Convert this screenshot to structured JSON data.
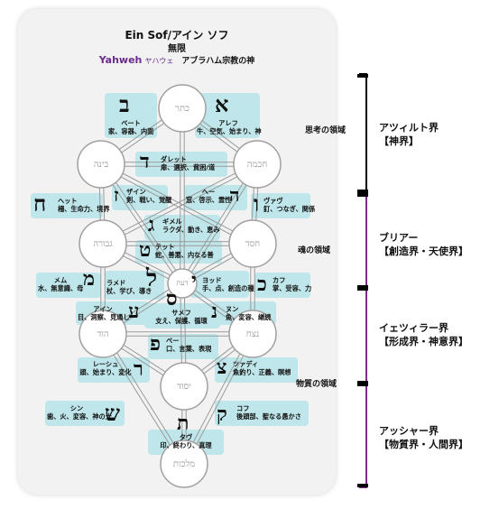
{
  "header": {
    "line1": "Ein Sof/アイン ソフ",
    "line2": "無限",
    "yahweh": "Yahweh",
    "yahweh_kana": "ヤハウェ",
    "abrahamic": "アブラハム宗教の神"
  },
  "colors": {
    "box": "#bfe6ea",
    "bracket": "#7a2f86",
    "path": "#9a9a9a"
  },
  "sephirot": [
    "כתר",
    "בינה",
    "חכמה",
    "גבורה",
    "חסד",
    "הוד",
    "נצח",
    "יסוד",
    "מלכות",
    "דעת"
  ],
  "paths": {
    "beth": {
      "letter": "ב",
      "name": "ベート",
      "meaning": "家、容器、内面"
    },
    "aleph": {
      "letter": "א",
      "name": "アレフ",
      "meaning": "牛、空気、始まり、神"
    },
    "daleth": {
      "letter": "ד",
      "name": "ダレット",
      "meaning": "扉、選択、貧困/道"
    },
    "zayin": {
      "letter": "ז",
      "name": "ザイン",
      "meaning": "剣、戦い、覚醒"
    },
    "he": {
      "letter": "ה",
      "name": "ヘー",
      "meaning": "窓、啓示、霊性"
    },
    "heth": {
      "letter": "ח",
      "name": "ヘット",
      "meaning": "柵、生命力、境界"
    },
    "vav": {
      "letter": "ו",
      "name": "ヴァヴ",
      "meaning": "釘、つなぎ、関係"
    },
    "gimel": {
      "letter": "ג",
      "name": "ギメル",
      "meaning": "ラクダ、動き、恵み"
    },
    "teth": {
      "letter": "ט",
      "name": "テット",
      "meaning": "蛇、善悪、内なる善"
    },
    "lamed": {
      "letter": "ל",
      "name": "ラメド",
      "meaning": "杖、学び、導き"
    },
    "yod": {
      "letter": "י",
      "name": "ヨッド",
      "meaning": "手、点、創造の種"
    },
    "mem": {
      "letter": "מ",
      "name": "メム",
      "meaning": "水、無意識、母"
    },
    "kaph": {
      "letter": "כ",
      "name": "カフ",
      "meaning": "掌、受容、力"
    },
    "samekh": {
      "letter": "ס",
      "name": "サメフ",
      "meaning": "支え、保護、循環"
    },
    "ayin": {
      "letter": "ע",
      "name": "アイン",
      "meaning": "目、洞察、見通し"
    },
    "nun": {
      "letter": "נ",
      "name": "ヌン",
      "meaning": "魚、変容、継続"
    },
    "pe": {
      "letter": "פ",
      "name": "ペー",
      "meaning": "口、言葉、表現"
    },
    "resh": {
      "letter": "ר",
      "name": "レーシュ",
      "meaning": "頭、始まり、変化"
    },
    "tsade": {
      "letter": "צ",
      "name": "ツァディ",
      "meaning": "魚釣り、正義、瞑想"
    },
    "shin": {
      "letter": "ש",
      "name": "シン",
      "meaning": "歯、火、変容、神の光"
    },
    "qoph": {
      "letter": "ק",
      "name": "コフ",
      "meaning": "後頭部、聖なる愚かさ"
    },
    "tav": {
      "letter": "ת",
      "name": "タヴ",
      "meaning": "印、終わり、真理"
    }
  },
  "levels": {
    "thought": "思考の領域",
    "soul": "魂の領域",
    "matter": "物質の領域"
  },
  "worlds": {
    "atziluth": {
      "name": "アツィルト界",
      "sub": "【神界】"
    },
    "beriah": {
      "name": "ブリアー",
      "sub": "【創造界・天使界】"
    },
    "yetzirah": {
      "name": "イェツィラー界",
      "sub": "【形成界・神意界】"
    },
    "assiah": {
      "name": "アッシャー界",
      "sub": "【物質界・人間界】"
    }
  }
}
